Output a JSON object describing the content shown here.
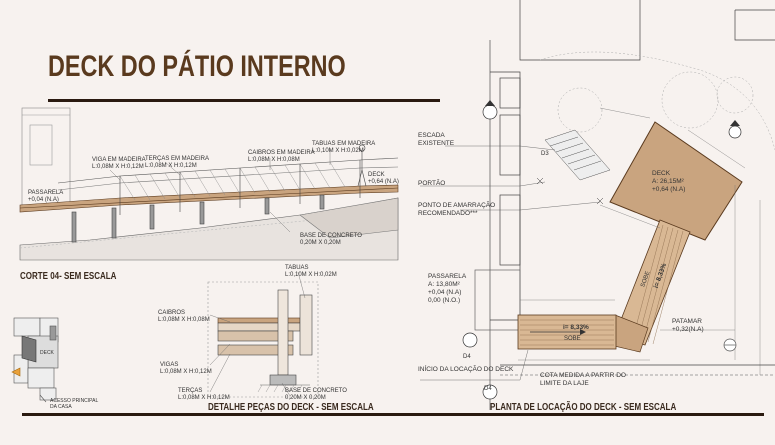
{
  "title": "DECK DO PÁTIO INTERNO",
  "section": {
    "caption": "CORTE 04- SEM ESCALA",
    "labels": {
      "viga": "VIGA EM MADEIRA\nL:0,08M X H:0,12M",
      "tercas": "TERÇAS EM MADEIRA\nL:0,08M X H:0,12M",
      "caibros": "CAIBROS EM MADEIRA\nL:0,08M X H:0,08M",
      "tabuas": "TABUAS EM MADEIRA\nL:0,10M X H:0,02M",
      "passarela": "PASSARELA\n+0,04 (N.A)",
      "deck": "DECK\n+0,64 (N.A)",
      "base": "BASE DE CONCRETO\n0,20M X 0,20M"
    }
  },
  "detail": {
    "caption": "DETALHE PEÇAS DO DECK - SEM ESCALA",
    "labels": {
      "tabuas": "TABUAS\nL:0,10M X H:0,02M",
      "caibros": "CAIBROS\nL:0,08M X H:0,08M",
      "vigas": "VIGAS\nL:0,08M X H:0,12M",
      "tercas": "TERÇAS\nL:0,08M X H:0,12M",
      "base": "BASE DE CONCRETO\n0,20M X 0,20M"
    }
  },
  "key_plan": {
    "deck_label": "DECK",
    "access_label": "ACESSO PRINCIPAL\nDA CASA"
  },
  "plan": {
    "caption": "PLANTA DE LOCAÇÃO DO DECK - SEM ESCALA",
    "labels": {
      "escada": "ESCADA\nEXISTENTE",
      "portao": "PORTÃO",
      "ponto": "PONTO DE AMARRAÇÃO\nRECOMENDADO***",
      "passarela": "PASSARELA\nA: 13,80M²\n+0,04 (N.A)\n0,00 (N.O.)",
      "deck": "DECK\nA: 26,15M²\n+0,64 (N.A)",
      "patamar": "PATAMAR\n+0,32(N.A)",
      "inicio": "INÍCIO DA LOCAÇÃO DO DECK",
      "cota": "COTA MEDIDA A PARTIR DO\nLIMITE DA LAJE",
      "slope1": "i= 8,33%",
      "slope1_dir": "SOBE",
      "slope2": "i= 8,33%",
      "slope2_dir": "SOBE",
      "d4_1": "D4",
      "d4_2": "D4",
      "d3": "D3"
    },
    "colors": {
      "deck_fill": "#c9a47f",
      "deck_dark": "#a07e5c"
    }
  }
}
